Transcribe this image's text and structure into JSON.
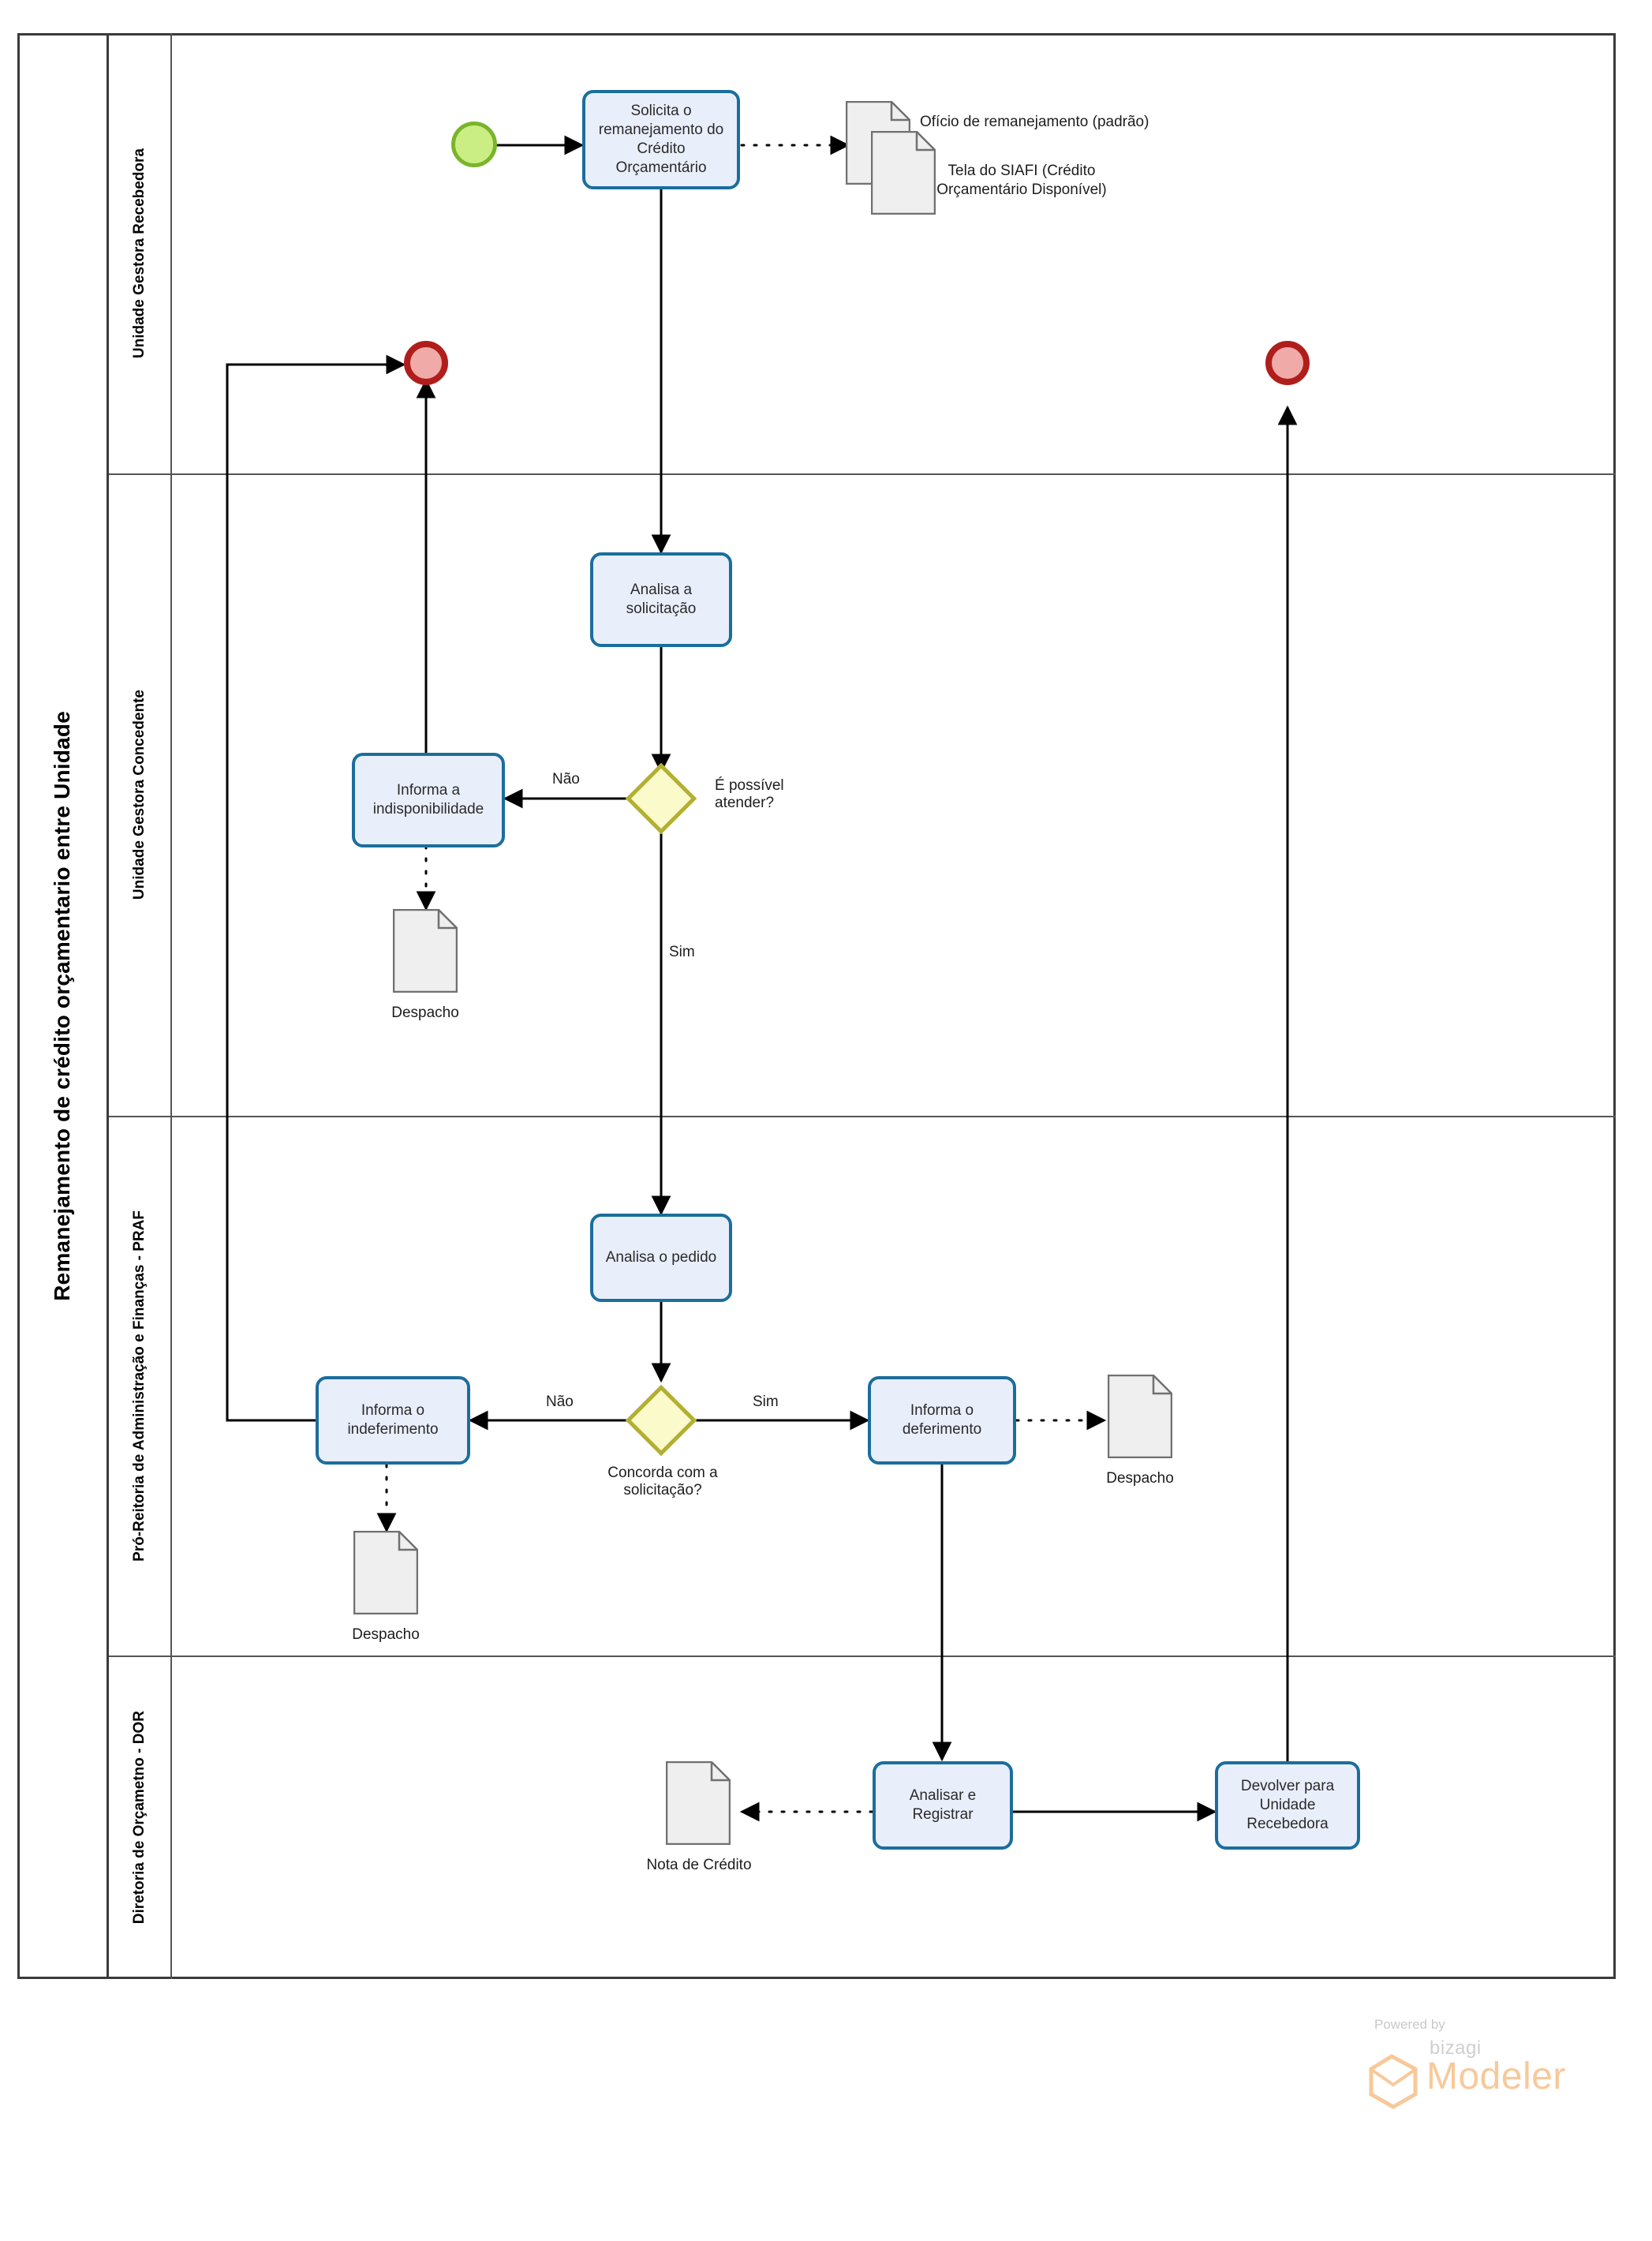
{
  "diagram": {
    "pool_title": "Remanejamento de crédito orçamentario entre Unidade",
    "type": "bpmn-process-diagram",
    "colors": {
      "task_fill": "#E9EEFB",
      "task_border": "#1B6E9C",
      "start_fill": "#CBEE84",
      "start_border": "#7AB42B",
      "end_fill": "#F0AAA8",
      "end_border": "#B01E1C",
      "gateway_fill": "#FBFACA",
      "gateway_border": "#B2AF33",
      "document_fill": "#EFEFEF",
      "document_border": "#707070",
      "pool_border": "#3A3A3A"
    }
  },
  "lanes": [
    {
      "id": "recebedora",
      "label": "Unidade Gestora Recebedora"
    },
    {
      "id": "concedente",
      "label": "Unidade Gestora Concedente"
    },
    {
      "id": "praf",
      "label": "Pró-Reitoria de Administração e Finanças - PRAF"
    },
    {
      "id": "dor",
      "label": "Diretoria de Orçametno - DOR"
    }
  ],
  "events": [
    {
      "id": "start1",
      "kind": "start",
      "lane": "recebedora"
    },
    {
      "id": "end1",
      "kind": "end",
      "lane": "recebedora"
    },
    {
      "id": "end2",
      "kind": "end",
      "lane": "recebedora"
    }
  ],
  "tasks": [
    {
      "id": "t1",
      "lane": "recebedora",
      "label": "Solicita o remanejamento do Crédito Orçamentário"
    },
    {
      "id": "t2",
      "lane": "concedente",
      "label": "Analisa a solicitação"
    },
    {
      "id": "t3",
      "lane": "concedente",
      "label": "Informa a indisponibilidade"
    },
    {
      "id": "t4",
      "lane": "praf",
      "label": "Analisa o pedido"
    },
    {
      "id": "t5",
      "lane": "praf",
      "label": "Informa o indeferimento"
    },
    {
      "id": "t6",
      "lane": "praf",
      "label": "Informa o deferimento"
    },
    {
      "id": "t7",
      "lane": "dor",
      "label": "Analisar e Registrar"
    },
    {
      "id": "t8",
      "lane": "dor",
      "label": "Devolver para Unidade Recebedora"
    }
  ],
  "gateways": [
    {
      "id": "g1",
      "lane": "concedente",
      "label": "É possível atender?"
    },
    {
      "id": "g2",
      "lane": "praf",
      "label": "Concorda com a solicitação?"
    }
  ],
  "documents": [
    {
      "id": "d1",
      "lane": "recebedora",
      "label": "Ofício de remanejamento (padrão)"
    },
    {
      "id": "d2",
      "lane": "recebedora",
      "label": "Tela do SIAFI (Crédito Orçamentário Disponível)"
    },
    {
      "id": "d3",
      "lane": "concedente",
      "label": "Despacho"
    },
    {
      "id": "d4",
      "lane": "praf",
      "label": "Despacho"
    },
    {
      "id": "d5",
      "lane": "praf",
      "label": "Despacho"
    },
    {
      "id": "d6",
      "lane": "dor",
      "label": "Nota de Crédito"
    }
  ],
  "flow_labels": {
    "g1_no": "Não",
    "g1_yes": "Sim",
    "g2_no": "Não",
    "g2_yes": "Sim"
  },
  "watermark": {
    "powered_by": "Powered by",
    "brand": "bizagi",
    "product": "Modeler"
  }
}
